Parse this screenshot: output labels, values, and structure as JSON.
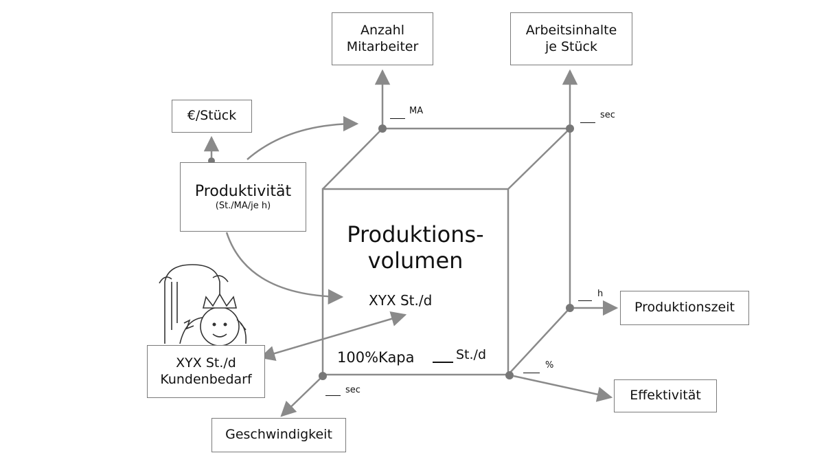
{
  "boxes": {
    "anzahl_mitarbeiter": [
      "Anzahl",
      "Mitarbeiter"
    ],
    "arbeitsinhalte": [
      "Arbeitsinhalte",
      "je Stück"
    ],
    "eur_stueck": "€/Stück",
    "produktivitaet": "Produktivität",
    "produktivitaet_unit": "(St./MA/je h)",
    "produktionszeit": "Produktionszeit",
    "effektivitaet": "Effektivität",
    "geschwindigkeit": "Geschwindigkeit",
    "kundenbedarf": [
      "XYX St./d",
      "Kundenbedarf"
    ]
  },
  "cube": {
    "title": [
      "Produktions-",
      "volumen"
    ],
    "volume": "XYX St./d",
    "kapa_label": "100%Kapa",
    "kapa_unit": "St./d"
  },
  "node_labels": {
    "ma": "MA",
    "sec_top": "sec",
    "h": "h",
    "percent": "%",
    "sec_bottom": "sec"
  },
  "colors": {
    "line": "#8a8a8a",
    "node": "#777777",
    "box_border": "#7a7a7a"
  },
  "icons": [
    "king-cartoon-icon"
  ]
}
